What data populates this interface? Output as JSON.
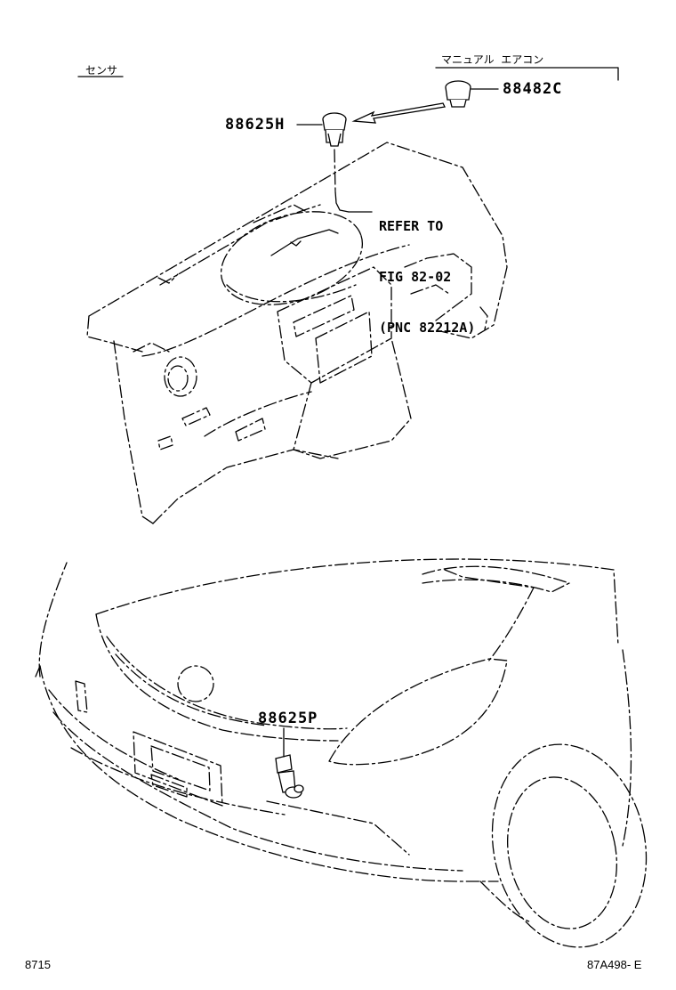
{
  "header": {
    "section_label": "センサ",
    "variant_label": "マニュアル  エアコン"
  },
  "parts": [
    {
      "number": "88482C"
    },
    {
      "number": "88625H"
    },
    {
      "number": "88625P"
    }
  ],
  "reference": {
    "line1": "REFER TO",
    "line2": "FIG 82-02",
    "line3": "(PNC 82212A)"
  },
  "footer": {
    "page_code": "8715",
    "illustration_code": "87A498- E"
  }
}
